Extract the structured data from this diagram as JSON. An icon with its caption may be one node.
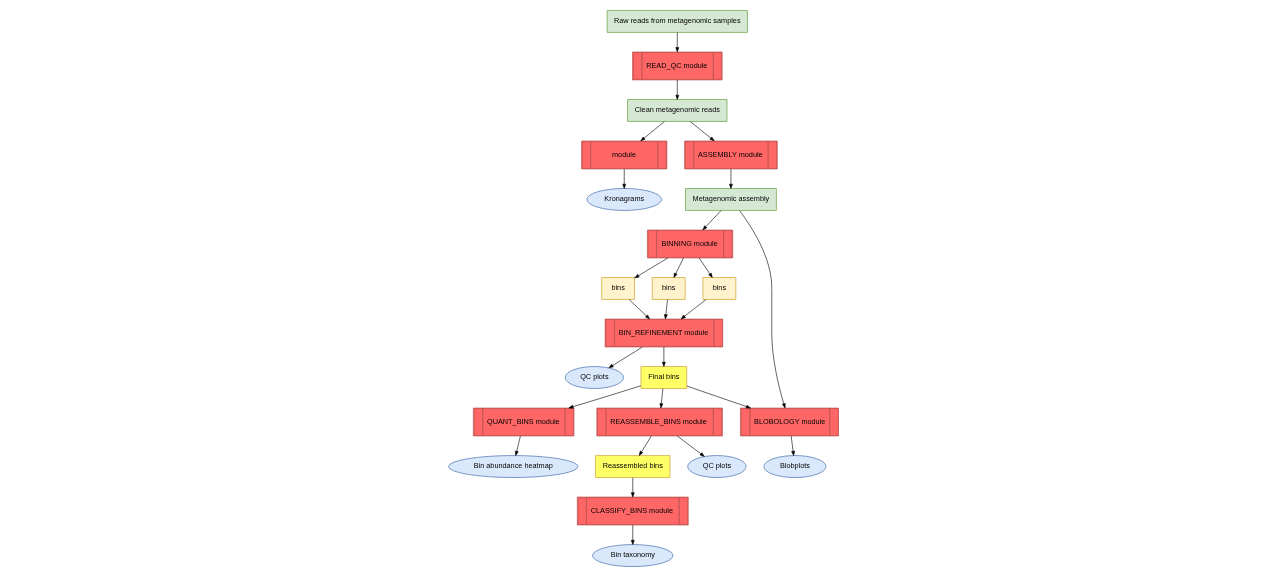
{
  "diagram": {
    "nodes": [
      {
        "text": [
          "Raw reads from metagenomic samples"
        ]
      },
      {
        "text": [
          "READ_QC module"
        ]
      },
      {
        "text": [
          "Clean metagenomic reads"
        ]
      },
      {
        "text": [
          "module"
        ]
      },
      {
        "text": [
          "Kronagrams"
        ]
      },
      {
        "text": [
          "ASSEMBLY module"
        ]
      },
      {
        "text": [
          "Metagenomic assembly"
        ]
      },
      {
        "text": [
          "BINNING module"
        ]
      },
      {
        "text": [
          "bins"
        ]
      },
      {
        "text": [
          "bins"
        ]
      },
      {
        "text": [
          "bins"
        ]
      },
      {
        "text": [
          "BIN_REFINEMENT module"
        ]
      },
      {
        "text": [
          "QC plots"
        ]
      },
      {
        "text": [
          "Final bins"
        ]
      },
      {
        "text": [
          "BLOBOLOGY module"
        ]
      },
      {
        "text": [
          "Blobplots"
        ]
      },
      {
        "text": [
          "QUANT_BINS module"
        ]
      },
      {
        "text": [
          "Bin abundance heatmap"
        ]
      },
      {
        "text": [
          "REASSEMBLE_BINS module"
        ]
      },
      {
        "text": [
          "QC plots"
        ]
      },
      {
        "text": [
          "Reassembled bins"
        ]
      },
      {
        "text": [
          "CLASSIFY_BINS module"
        ]
      },
      {
        "text": [
          "Bin taxonomy"
        ]
      }
    ],
    "edges": [
      {
        "from": 0,
        "to": 1,
        "arrow": "to"
      },
      {
        "from": 1,
        "to": 2,
        "arrow": "to"
      },
      {
        "from": 2,
        "to": 3,
        "arrow": "to"
      },
      {
        "from": 3,
        "to": 4,
        "arrow": "to"
      },
      {
        "from": 2,
        "to": 5,
        "arrow": "to"
      },
      {
        "from": 5,
        "to": 6,
        "arrow": "to"
      },
      {
        "from": 6,
        "to": 7,
        "arrow": "to"
      },
      {
        "from": 7,
        "to": 8,
        "arrow": "to"
      },
      {
        "from": 7,
        "to": 9,
        "arrow": "to"
      },
      {
        "from": 7,
        "to": 10,
        "arrow": "to"
      },
      {
        "from": 8,
        "to": 11,
        "arrow": "to"
      },
      {
        "from": 9,
        "to": 11,
        "arrow": "to"
      },
      {
        "from": 10,
        "to": 11,
        "arrow": "to"
      },
      {
        "from": 11,
        "to": 12,
        "arrow": "to"
      },
      {
        "from": 11,
        "to": 13,
        "arrow": "to"
      },
      {
        "from": 6,
        "to": 14,
        "arrow": "to"
      },
      {
        "from": 13,
        "to": 14,
        "arrow": "to"
      },
      {
        "from": 14,
        "to": 15,
        "arrow": "to"
      },
      {
        "from": 13,
        "to": 16,
        "arrow": "to"
      },
      {
        "from": 16,
        "to": 17,
        "arrow": "to"
      },
      {
        "from": 13,
        "to": 18,
        "arrow": "to"
      },
      {
        "from": 18,
        "to": 19,
        "arrow": "to"
      },
      {
        "from": 18,
        "to": 20,
        "arrow": "to"
      },
      {
        "from": 20,
        "to": 21,
        "arrow": "to"
      },
      {
        "from": 21,
        "to": 22,
        "arrow": "to"
      }
    ]
  }
}
